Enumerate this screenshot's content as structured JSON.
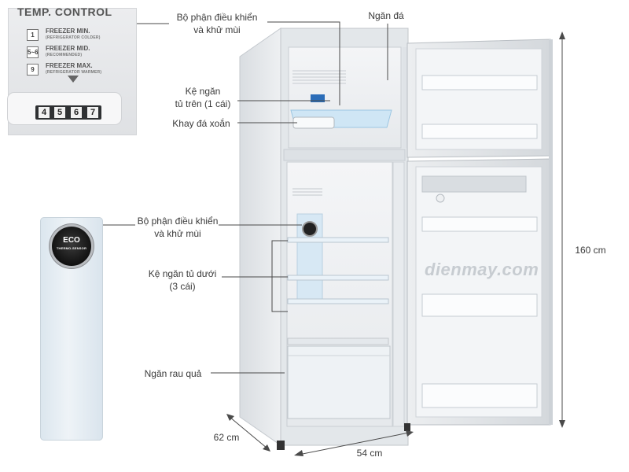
{
  "temp_control": {
    "title": "TEMP. CONTROL",
    "rows": [
      {
        "number": "1",
        "main": "FREEZER MIN.",
        "sub": "(REFRIGERATOR COLDER)"
      },
      {
        "number": "5~6",
        "main": "FREEZER MID.",
        "sub": "(RECOMMENDED)"
      },
      {
        "number": "9",
        "main": "FREEZER MAX.",
        "sub": "(REFRIGERATOR WARMER)"
      }
    ],
    "dial_digits": [
      "4",
      "5",
      "6",
      "7"
    ]
  },
  "eco": {
    "title": "ECO",
    "subtitle": "THERMO-SENSOR"
  },
  "callouts": {
    "top_control": "Bộ phận điều khiển\nvà khử mùi",
    "ice_compartment": "Ngăn đá",
    "upper_shelf": "Kệ ngăn\ntủ trên (1 cái)",
    "twist_ice_tray": "Khay đá xoắn",
    "lower_control": "Bộ phận điều khiển\nvà khử mùi",
    "lower_shelves": "Kệ ngăn tủ dưới\n(3 cái)",
    "vegetable_drawer": "Ngăn rau quả"
  },
  "dimensions": {
    "height": "160 cm",
    "width": "54 cm",
    "depth": "62 cm"
  },
  "watermark": "dienmay.com",
  "colors": {
    "cabinet": "#e8ebee",
    "interior": "#f2f4f6",
    "shelf_glass": "#d6eaf6",
    "leader_line": "#4a4a4a"
  }
}
